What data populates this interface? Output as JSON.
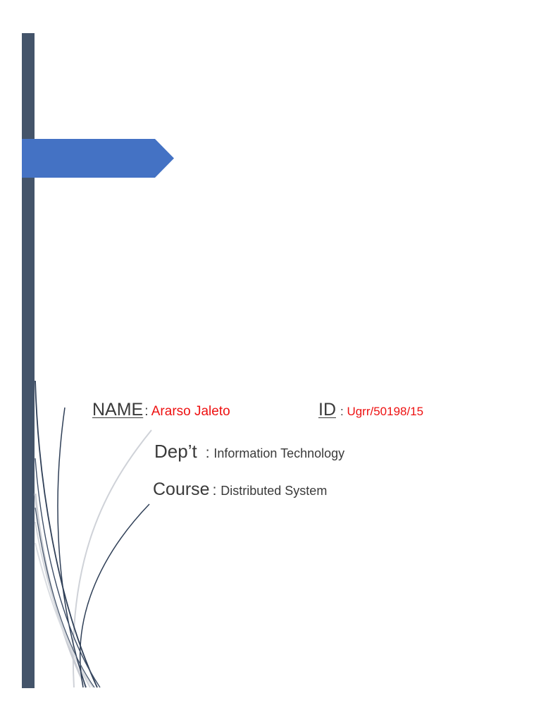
{
  "colors": {
    "sidebar": "#44546a",
    "ribbon": "#4472c4",
    "value_red": "#ee1111",
    "label_text": "#3a3a3a",
    "curve_dark": "#2f3f57",
    "curve_light": "#c9ccd3"
  },
  "cover": {
    "name": {
      "label": "NAME",
      "separator": ":",
      "value": "Ararso Jaleto"
    },
    "id": {
      "label": "ID",
      "separator": ":",
      "value": "Ugrr/50198/15"
    },
    "department": {
      "label": "Dep’t",
      "separator": ":",
      "value": "Information Technology"
    },
    "course": {
      "label": "Course",
      "separator": ":",
      "value": "Distributed System"
    }
  }
}
